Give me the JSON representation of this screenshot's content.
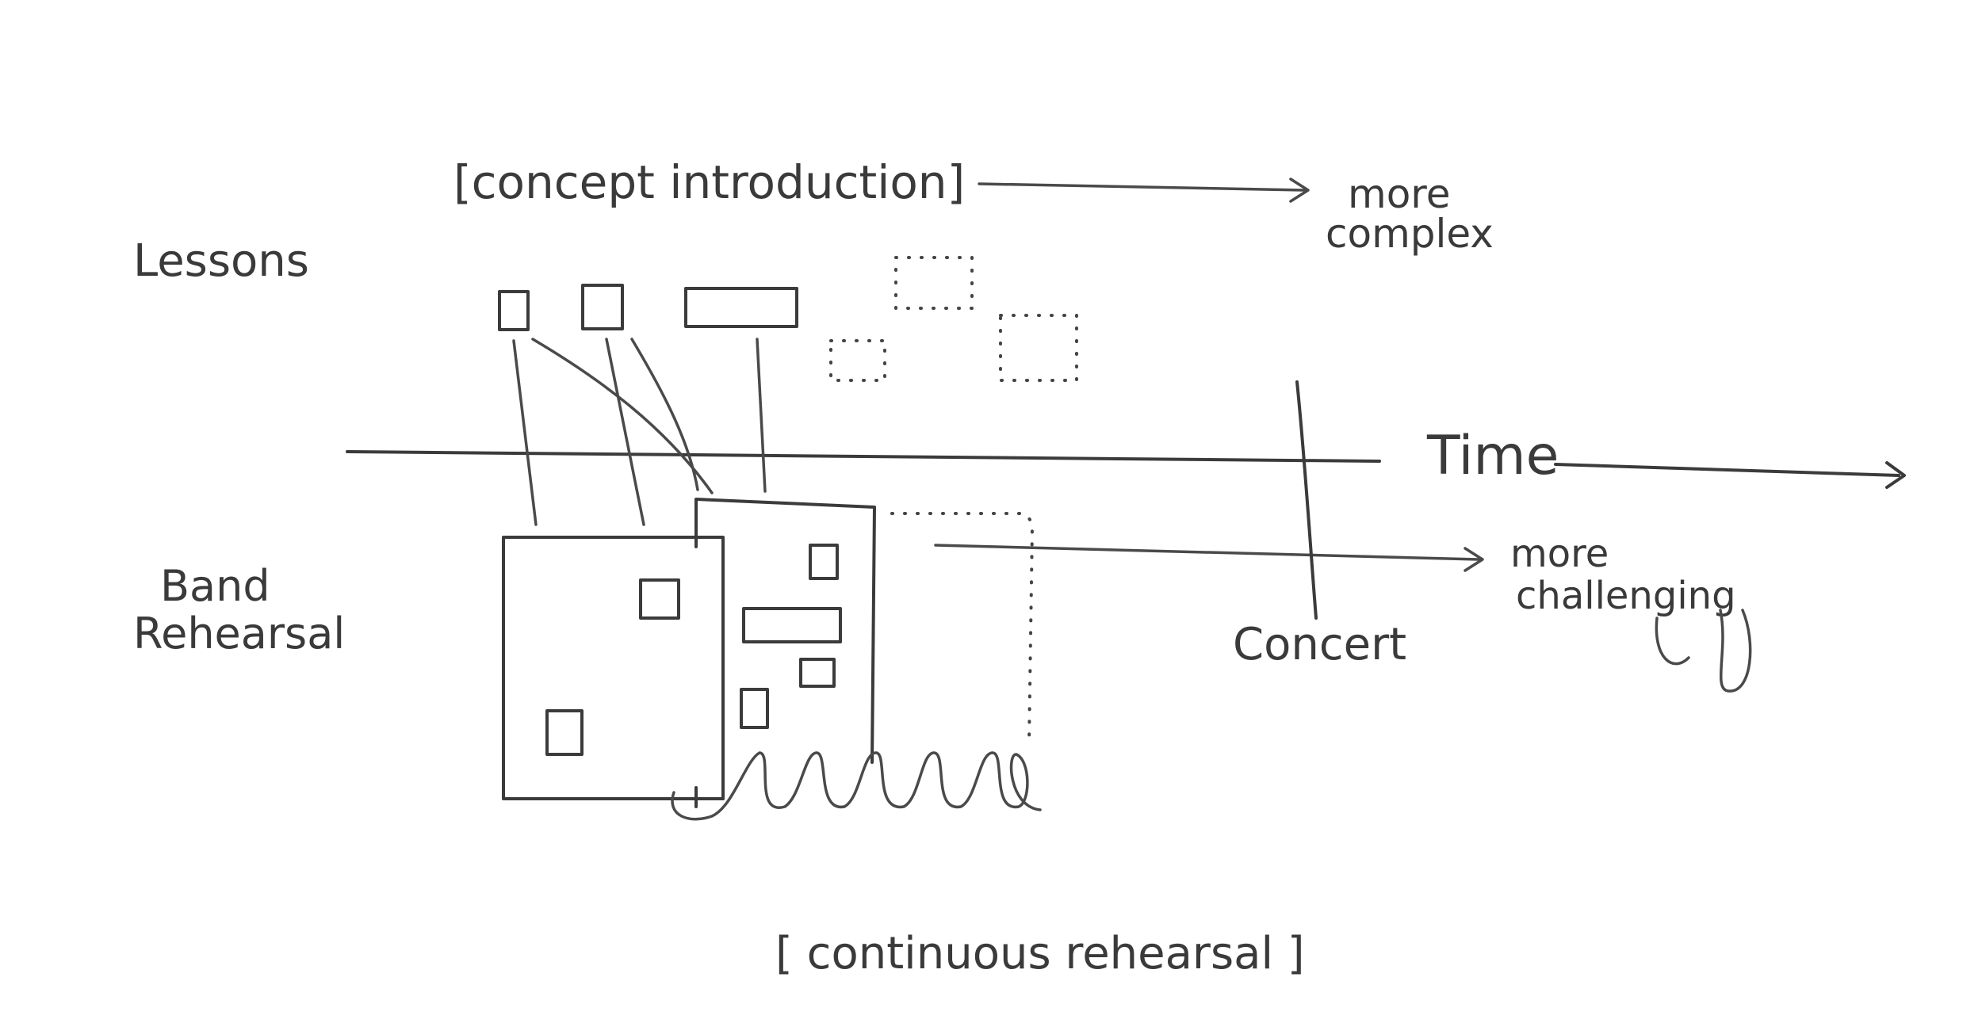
{
  "labels": {
    "lessons": "Lessons",
    "band": "Band",
    "rehearsal": "Rehearsal",
    "concept_intro": "[concept introduction]",
    "more": "more",
    "complex": "complex",
    "time": "Time",
    "challenging": "challenging",
    "concert": "Concert",
    "continuous_rehearsal": "[ continuous rehearsal ]"
  },
  "colors": {
    "ink": "#3b3b3b",
    "red": "#e0384c",
    "blue": "#2c6fb8"
  }
}
